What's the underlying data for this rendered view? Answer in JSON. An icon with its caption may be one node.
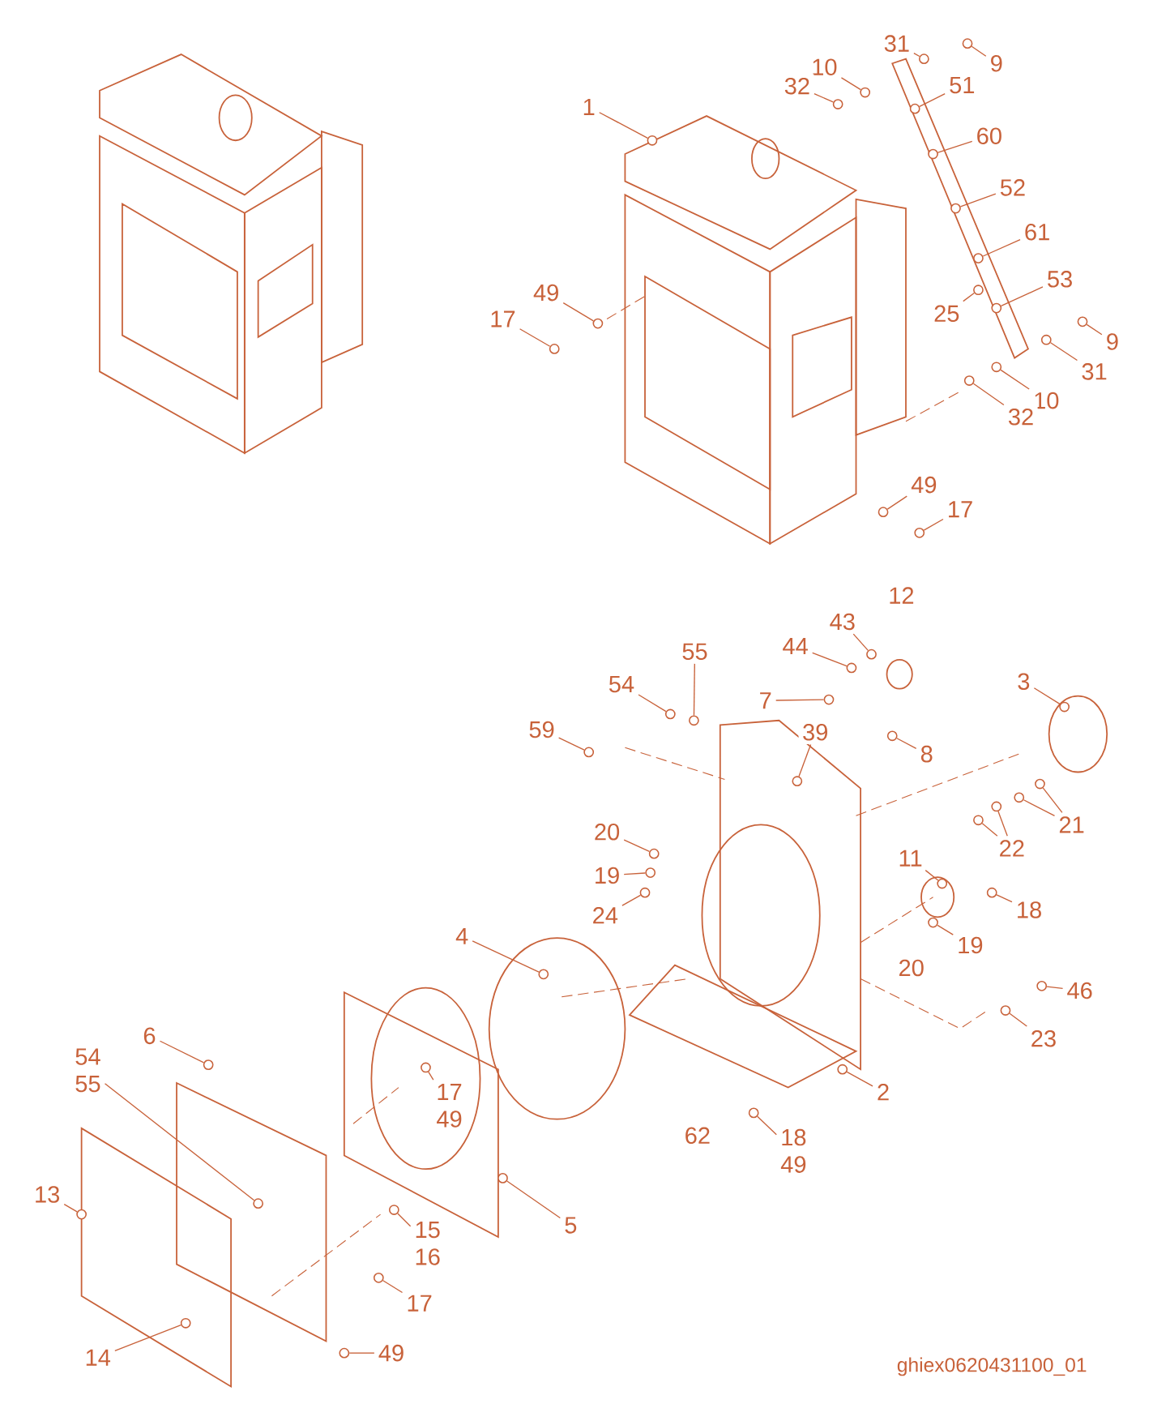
{
  "diagram": {
    "nodes": [
      {
        "text": [
          "1"
        ]
      },
      {
        "text": [
          "31"
        ]
      },
      {
        "text": [
          "9"
        ]
      },
      {
        "text": [
          "10"
        ]
      },
      {
        "text": [
          "32"
        ]
      },
      {
        "text": [
          "51"
        ]
      },
      {
        "text": [
          "60"
        ]
      },
      {
        "text": [
          "52"
        ]
      },
      {
        "text": [
          "61"
        ]
      },
      {
        "text": [
          "53"
        ]
      },
      {
        "text": [
          "25"
        ]
      },
      {
        "text": [
          "9"
        ]
      },
      {
        "text": [
          "31"
        ]
      },
      {
        "text": [
          "10"
        ]
      },
      {
        "text": [
          "32"
        ]
      },
      {
        "text": [
          "49"
        ]
      },
      {
        "text": [
          "17"
        ]
      },
      {
        "text": [
          "49"
        ]
      },
      {
        "text": [
          "17"
        ]
      },
      {
        "text": [
          "43"
        ]
      },
      {
        "text": [
          "44"
        ]
      },
      {
        "text": [
          "55"
        ]
      },
      {
        "text": [
          "3"
        ]
      },
      {
        "text": [
          "54"
        ]
      },
      {
        "text": [
          "7"
        ]
      },
      {
        "text": [
          "59"
        ]
      },
      {
        "text": [
          "39"
        ]
      },
      {
        "text": [
          "8"
        ]
      },
      {
        "text": [
          "21"
        ]
      },
      {
        "text": [
          "22"
        ]
      },
      {
        "text": [
          "20"
        ]
      },
      {
        "text": [
          "11"
        ]
      },
      {
        "text": [
          "19"
        ]
      },
      {
        "text": [
          "18"
        ]
      },
      {
        "text": [
          "24"
        ]
      },
      {
        "text": [
          "4"
        ]
      },
      {
        "text": [
          "19"
        ]
      },
      {
        "text": [
          "46"
        ]
      },
      {
        "text": [
          "6"
        ]
      },
      {
        "text": [
          "23"
        ]
      },
      {
        "text": [
          "54",
          "55"
        ]
      },
      {
        "text": [
          "17",
          "49"
        ]
      },
      {
        "text": [
          "2"
        ]
      },
      {
        "text": [
          "18",
          "49"
        ]
      },
      {
        "text": [
          "13"
        ]
      },
      {
        "text": [
          "5"
        ]
      },
      {
        "text": [
          "15",
          "16"
        ]
      },
      {
        "text": [
          "17"
        ]
      },
      {
        "text": [
          "14"
        ]
      },
      {
        "text": [
          "49"
        ]
      },
      {
        "text": [],
        "shape": "circle"
      },
      {
        "text": [],
        "shape": "circle"
      },
      {
        "text": [],
        "shape": "circle"
      },
      {
        "text": [],
        "shape": "circle"
      },
      {
        "text": [],
        "shape": "circle"
      },
      {
        "text": [],
        "shape": "circle"
      },
      {
        "text": [],
        "shape": "circle"
      },
      {
        "text": [],
        "shape": "circle"
      },
      {
        "text": [],
        "shape": "circle"
      },
      {
        "text": [],
        "shape": "circle"
      },
      {
        "text": [],
        "shape": "circle"
      },
      {
        "text": [],
        "shape": "circle"
      },
      {
        "text": [],
        "shape": "circle"
      },
      {
        "text": [],
        "shape": "circle"
      },
      {
        "text": [],
        "shape": "circle"
      },
      {
        "text": [],
        "shape": "circle"
      },
      {
        "text": [],
        "shape": "circle"
      },
      {
        "text": [],
        "shape": "circle"
      },
      {
        "text": [],
        "shape": "circle"
      },
      {
        "text": [],
        "shape": "circle"
      },
      {
        "text": [],
        "shape": "circle"
      },
      {
        "text": [],
        "shape": "circle"
      },
      {
        "text": [],
        "shape": "circle"
      },
      {
        "text": [],
        "shape": "circle"
      },
      {
        "text": [],
        "shape": "circle"
      },
      {
        "text": [],
        "shape": "circle"
      },
      {
        "text": [],
        "shape": "circle"
      },
      {
        "text": [],
        "shape": "circle"
      },
      {
        "text": [],
        "shape": "circle"
      },
      {
        "text": [],
        "shape": "circle"
      },
      {
        "text": [],
        "shape": "circle"
      },
      {
        "text": [],
        "shape": "circle"
      },
      {
        "text": [],
        "shape": "circle"
      },
      {
        "text": [],
        "shape": "circle"
      },
      {
        "text": [],
        "shape": "circle"
      },
      {
        "text": [],
        "shape": "circle"
      },
      {
        "text": [],
        "shape": "circle"
      },
      {
        "text": [],
        "shape": "circle"
      },
      {
        "text": [],
        "shape": "circle"
      },
      {
        "text": [],
        "shape": "circle"
      },
      {
        "text": [],
        "shape": "circle"
      },
      {
        "text": [],
        "shape": "circle"
      },
      {
        "text": [],
        "shape": "circle"
      },
      {
        "text": [],
        "shape": "circle"
      },
      {
        "text": [],
        "shape": "circle"
      },
      {
        "text": [],
        "shape": "circle"
      },
      {
        "text": [],
        "shape": "circle"
      },
      {
        "text": [],
        "shape": "circle"
      },
      {
        "text": [],
        "shape": "circle"
      },
      {
        "text": [],
        "shape": "circle"
      },
      {
        "text": [],
        "shape": "circle"
      },
      {
        "text": [],
        "shape": "circle"
      }
    ],
    "edges": [
      {
        "from": 0,
        "to": 50,
        "arrow": "none"
      },
      {
        "from": 1,
        "to": 51,
        "arrow": "none"
      },
      {
        "from": 2,
        "to": 52,
        "arrow": "none"
      },
      {
        "from": 3,
        "to": 53,
        "arrow": "none"
      },
      {
        "from": 4,
        "to": 54,
        "arrow": "none"
      },
      {
        "from": 5,
        "to": 55,
        "arrow": "none"
      },
      {
        "from": 6,
        "to": 56,
        "arrow": "none"
      },
      {
        "from": 7,
        "to": 57,
        "arrow": "none"
      },
      {
        "from": 8,
        "to": 58,
        "arrow": "none"
      },
      {
        "from": 9,
        "to": 59,
        "arrow": "none"
      },
      {
        "from": 10,
        "to": 60,
        "arrow": "none"
      },
      {
        "from": 11,
        "to": 61,
        "arrow": "none"
      },
      {
        "from": 12,
        "to": 62,
        "arrow": "none"
      },
      {
        "from": 13,
        "to": 63,
        "arrow": "none"
      },
      {
        "from": 14,
        "to": 64,
        "arrow": "none"
      },
      {
        "from": 15,
        "to": 65,
        "arrow": "none"
      },
      {
        "from": 16,
        "to": 66,
        "arrow": "none"
      },
      {
        "from": 17,
        "to": 67,
        "arrow": "none"
      },
      {
        "from": 18,
        "to": 68,
        "arrow": "none"
      },
      {
        "from": 19,
        "to": 69,
        "arrow": "none"
      },
      {
        "from": 20,
        "to": 70,
        "arrow": "none"
      },
      {
        "from": 21,
        "to": 71,
        "arrow": "none"
      },
      {
        "from": 22,
        "to": 72,
        "arrow": "none"
      },
      {
        "from": 23,
        "to": 73,
        "arrow": "none"
      },
      {
        "from": 24,
        "to": 74,
        "arrow": "none"
      },
      {
        "from": 25,
        "to": 75,
        "arrow": "none"
      },
      {
        "from": 26,
        "to": 76,
        "arrow": "none"
      },
      {
        "from": 27,
        "to": 77,
        "arrow": "none"
      },
      {
        "from": 28,
        "to": 78,
        "arrow": "none"
      },
      {
        "from": 29,
        "to": 79,
        "arrow": "none"
      },
      {
        "from": 30,
        "to": 80,
        "arrow": "none"
      },
      {
        "from": 31,
        "to": 81,
        "arrow": "none"
      },
      {
        "from": 32,
        "to": 82,
        "arrow": "none"
      },
      {
        "from": 33,
        "to": 83,
        "arrow": "none"
      },
      {
        "from": 34,
        "to": 84,
        "arrow": "none"
      },
      {
        "from": 35,
        "to": 85,
        "arrow": "none"
      },
      {
        "from": 36,
        "to": 86,
        "arrow": "none"
      },
      {
        "from": 37,
        "to": 87,
        "arrow": "none"
      },
      {
        "from": 38,
        "to": 88,
        "arrow": "none"
      },
      {
        "from": 39,
        "to": 89,
        "arrow": "none"
      },
      {
        "from": 40,
        "to": 90,
        "arrow": "none"
      },
      {
        "from": 41,
        "to": 91,
        "arrow": "none"
      },
      {
        "from": 42,
        "to": 92,
        "arrow": "none"
      },
      {
        "from": 43,
        "to": 93,
        "arrow": "none"
      },
      {
        "from": 44,
        "to": 94,
        "arrow": "none"
      },
      {
        "from": 45,
        "to": 95,
        "arrow": "none"
      },
      {
        "from": 46,
        "to": 96,
        "arrow": "none"
      },
      {
        "from": 47,
        "to": 97,
        "arrow": "none"
      },
      {
        "from": 48,
        "to": 98,
        "arrow": "none"
      },
      {
        "from": 49,
        "to": 99,
        "arrow": "none"
      },
      {
        "from": 28,
        "to": 100,
        "arrow": "none"
      },
      {
        "from": 29,
        "to": 101,
        "arrow": "none"
      }
    ],
    "labels": [
      "12",
      "62",
      "20",
      "ghiex0620431100_01"
    ]
  }
}
